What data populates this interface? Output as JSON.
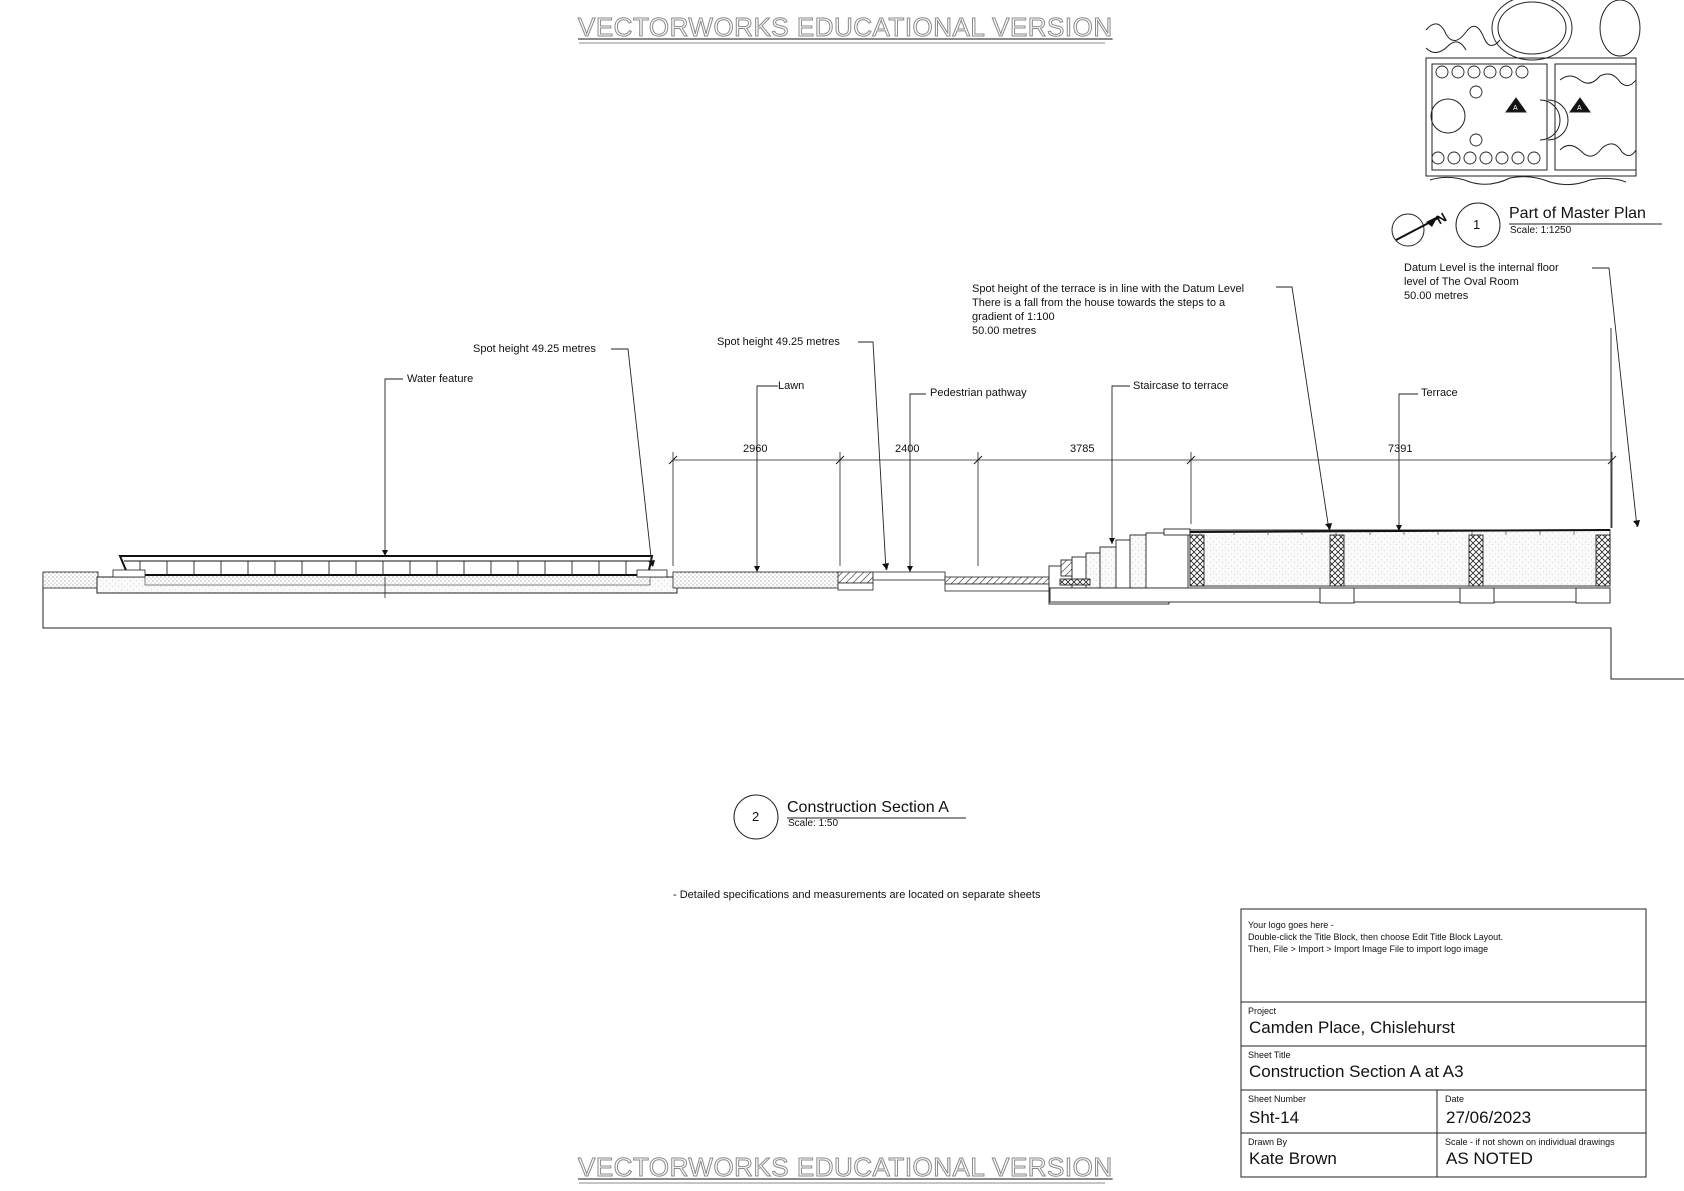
{
  "watermark": "VECTORWORKS EDUCATIONAL VERSION",
  "master_plan": {
    "number": "1",
    "title": "Part of Master Plan",
    "scale": "Scale: 1:1250"
  },
  "section": {
    "number": "2",
    "title": "Construction Section A",
    "scale": "Scale: 1:50"
  },
  "labels": {
    "water_feature": "Water feature",
    "spot_height_1": "Spot height 49.25 metres",
    "spot_height_2": "Spot height 49.25 metres",
    "lawn": "Lawn",
    "pedestrian_pathway": "Pedestrian pathway",
    "staircase": "Staircase to terrace",
    "terrace": "Terrace",
    "terrace_note_1": "Spot height of the terrace is in line with the Datum Level",
    "terrace_note_2": "There is a fall from the house towards the steps to a",
    "terrace_note_3": "gradient of 1:100",
    "terrace_note_4": "50.00 metres",
    "datum_note_1": "Datum Level is the internal floor",
    "datum_note_2": "level of The Oval Room",
    "datum_note_3": "50.00 metres"
  },
  "dimensions": [
    "2960",
    "2400",
    "3785",
    "7391"
  ],
  "footnote": "- Detailed specifications and measurements are located on separate sheets",
  "title_block": {
    "logo_line_1": "Your logo goes here -",
    "logo_line_2": "Double-click the Title Block, then choose Edit Title Block Layout.",
    "logo_line_3": "Then, File > Import > Import Image File to import logo image",
    "project_label": "Project",
    "project_value": "Camden Place, Chislehurst",
    "sheet_title_label": "Sheet Title",
    "sheet_title_value": "Construction Section A at A3",
    "sheet_number_label": "Sheet Number",
    "sheet_number_value": "Sht-14",
    "date_label": "Date",
    "date_value": "27/06/2023",
    "drawn_by_label": "Drawn By",
    "drawn_by_value": "Kate Brown",
    "scale_label": "Scale - if not shown on individual drawings",
    "scale_value": "AS NOTED"
  }
}
